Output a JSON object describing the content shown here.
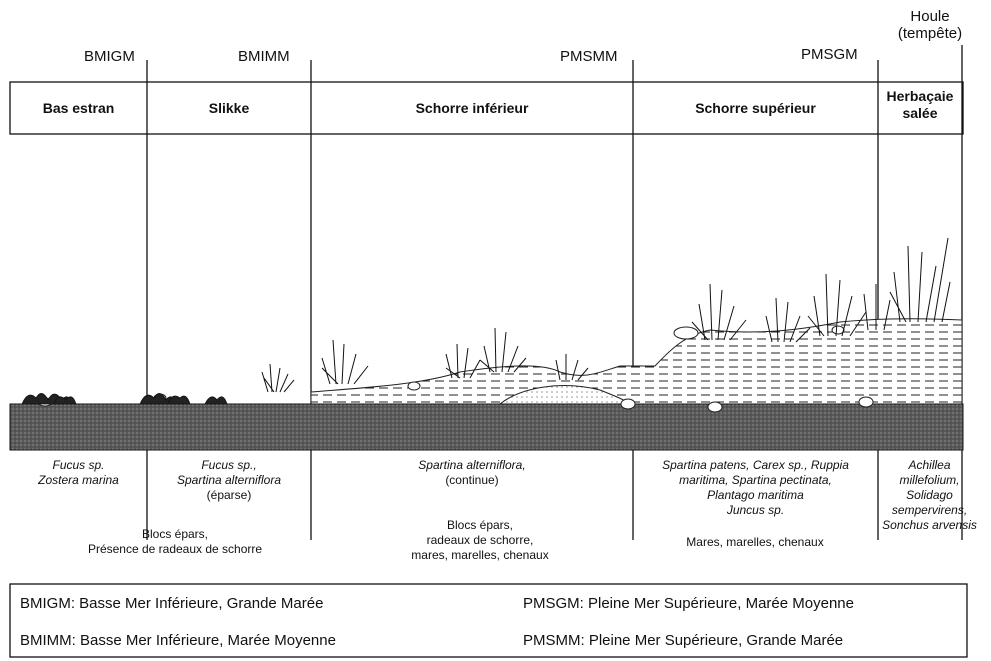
{
  "tide_marks": {
    "bmigm": "BMIGM",
    "bmimm": "BMIMM",
    "pmsmm": "PMSMM",
    "pmsgm": "PMSGM",
    "houle_line1": "Houle",
    "houle_line2": "(tempête)"
  },
  "zones": {
    "bas_estran": "Bas estran",
    "slikke": "Slikke",
    "schorre_inferieur": "Schorre inférieur",
    "schorre_superieur": "Schorre supérieur",
    "herbacaie_line1": "Herbaçaie",
    "herbacaie_line2": "salée"
  },
  "species": {
    "bas_estran": [
      "Fucus sp.",
      "Zostera marina"
    ],
    "slikke": [
      "Fucus sp.,",
      "Spartina alterniflora",
      "(éparse)"
    ],
    "schorre_inferieur": [
      "Spartina alterniflora,",
      "(continue)"
    ],
    "schorre_superieur": [
      "Spartina patens, Carex sp., Ruppia",
      "maritima, Spartina pectinata,",
      "Plantago maritima",
      "Juncus sp."
    ],
    "herbacaie": [
      "Achillea",
      "millefolium,",
      "Solidago",
      "sempervirens,",
      "Sonchus arvensis"
    ]
  },
  "notes": {
    "slikke": [
      "Blocs épars,",
      "Présence de radeaux de schorre"
    ],
    "schorre_inferieur": [
      "Blocs épars,",
      "radeaux de schorre,",
      "mares, marelles, chenaux"
    ],
    "schorre_superieur": [
      "Mares, marelles, chenaux"
    ]
  },
  "legend": {
    "bmigm": "BMIGM: Basse Mer Inférieure, Grande Marée",
    "pmsgm": "PMSGM: Pleine Mer Supérieure, Marée Moyenne",
    "bmimm": "BMIMM: Basse Mer Inférieure, Marée Moyenne",
    "pmsmm": "PMSMM: Pleine Mer Supérieure, Grande Marée"
  }
}
